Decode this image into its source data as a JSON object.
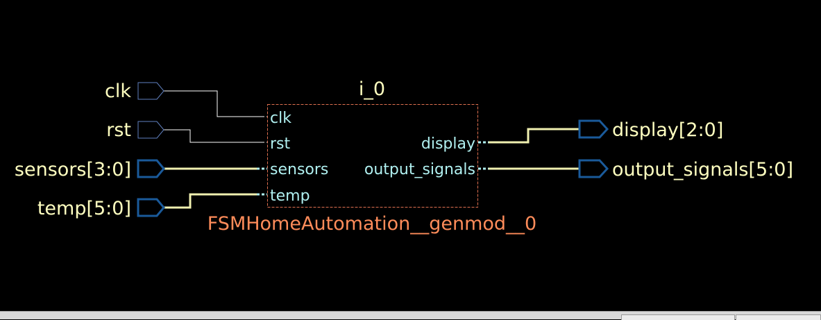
{
  "instance": {
    "name": "i_0",
    "module": "FSMHomeAutomation__genmod__0",
    "input_pins": [
      "clk",
      "rst",
      "sensors",
      "temp"
    ],
    "output_pins": [
      "display",
      "output_signals"
    ]
  },
  "top_ports": {
    "inputs": [
      "clk",
      "rst",
      "sensors[3:0]",
      "temp[5:0]"
    ],
    "outputs": [
      "display[2:0]",
      "output_signals[5:0]"
    ]
  },
  "colors": {
    "background": "#000000",
    "port_label": "#ffffc0",
    "pin_label": "#b0f0f0",
    "module_name": "#ff8c5a",
    "instance_outline": "#e07050",
    "bus_wire": "#f0f0b0",
    "scalar_wire": "#ffffff",
    "bus_port": "#1a5a9a",
    "scalar_port": "#6080c0"
  }
}
